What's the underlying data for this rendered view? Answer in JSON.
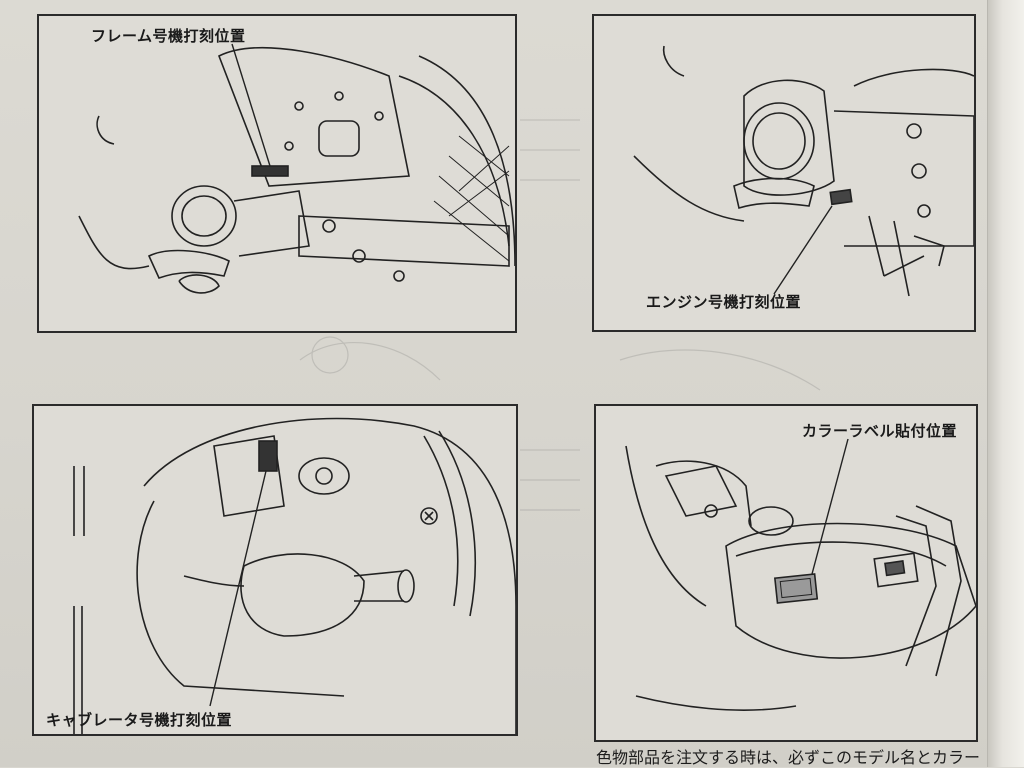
{
  "panels": {
    "frame": {
      "label": "フレーム号機打刻位置"
    },
    "engine": {
      "label": "エンジン号機打刻位置"
    },
    "carburetor": {
      "label": "キャブレータ号機打刻位置"
    },
    "color_label": {
      "label": "カラーラベル貼付位置"
    }
  },
  "footer": {
    "caption": "色物部品を注文する時は、必ずこのモデル名とカラー"
  },
  "colors": {
    "ink": "#2b2b2b",
    "paper": "#dedcd6"
  }
}
